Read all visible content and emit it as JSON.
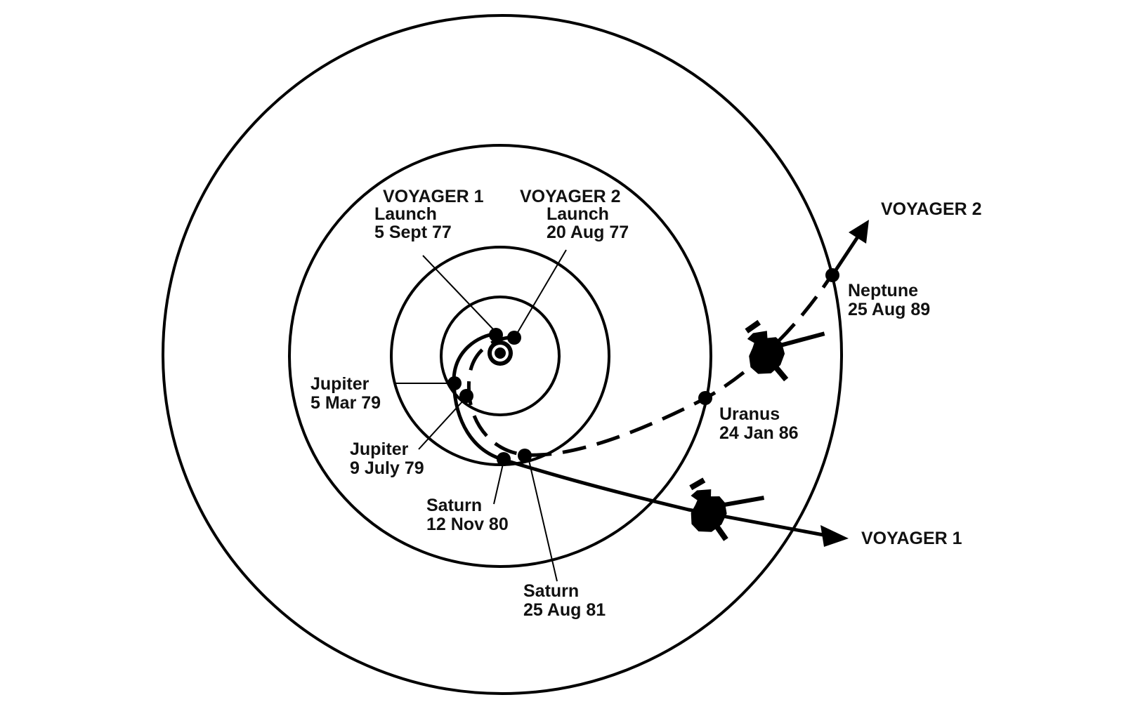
{
  "voyager1": {
    "launch": {
      "name": "VOYAGER 1",
      "event": "Launch",
      "date": "5 Sept 77"
    },
    "jupiter": {
      "planet": "Jupiter",
      "date": "5 Mar 79"
    },
    "saturn": {
      "planet": "Saturn",
      "date": "12 Nov 80"
    },
    "end_label": "VOYAGER 1"
  },
  "voyager2": {
    "launch": {
      "name": "VOYAGER 2",
      "event": "Launch",
      "date": "20 Aug 77"
    },
    "jupiter": {
      "planet": "Jupiter",
      "date": "9 July 79"
    },
    "saturn": {
      "planet": "Saturn",
      "date": "25 Aug 81"
    },
    "uranus": {
      "planet": "Uranus",
      "date": "24 Jan 86"
    },
    "neptune": {
      "planet": "Neptune",
      "date": "25 Aug 89"
    },
    "end_label": "VOYAGER 2"
  },
  "colors": {
    "ink": "#000000",
    "background": "#ffffff"
  }
}
